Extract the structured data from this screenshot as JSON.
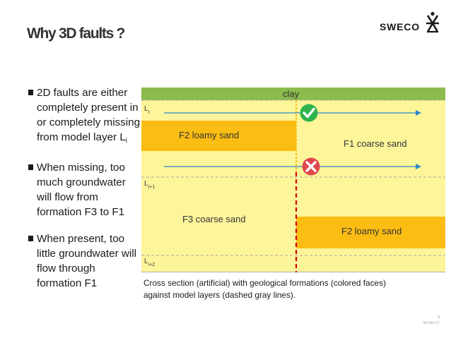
{
  "slide": {
    "title": "Why 3D faults ?",
    "logo_text": "SWECO",
    "page_number": "9",
    "date": "06-Dec-17"
  },
  "bullets": [
    {
      "text": "2D faults are either completely present in or completely missing from model layer L",
      "sub": "i"
    },
    {
      "text": "When missing, too much groundwater will flow from formation F3 to F1"
    },
    {
      "text": "When present, too little groundwater will flow through formation F1"
    }
  ],
  "diagram": {
    "clay_label": "clay",
    "layers": [
      {
        "main": "L",
        "sub": "i"
      },
      {
        "main": "L",
        "sub": "i+1"
      },
      {
        "main": "L",
        "sub": "i+2"
      }
    ],
    "formations": {
      "f2_left": "F2 loamy sand",
      "f1": "F1 coarse sand",
      "f3": "F3 coarse sand",
      "f2_right": "F2 loamy sand"
    },
    "caption": "Cross section (artificial) with geological formations (colored faces) against model layers (dashed gray lines).",
    "colors": {
      "clay": "#8cbb4e",
      "coarse_sand": "#fdf59a",
      "loamy_sand": "#fbbc13",
      "fault": "#d9000d",
      "arrow": "#2e88c8",
      "check": "#2fb34b",
      "cross": "#e0474c",
      "layer_line": "#a6a6a6"
    },
    "icons": [
      "check-icon",
      "cross-icon"
    ]
  }
}
